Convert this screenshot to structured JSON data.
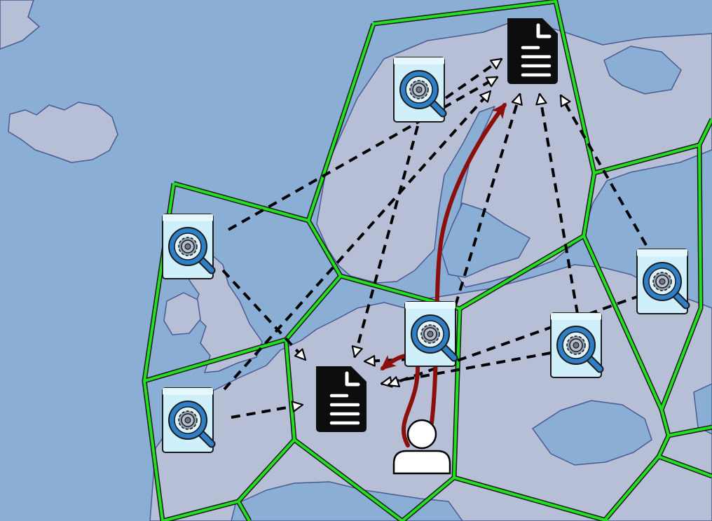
{
  "colors": {
    "sea": "#8aaed4",
    "land": "#b7bfd7",
    "coast": "#4a5a92",
    "cell_border": "#22e01f",
    "dashed_edge": "#000000",
    "request_path": "#8b0f0a",
    "search_node_fill": "#cfeffb",
    "search_node_lens": "#2f7fc6",
    "document_fill": "#0d0d0d",
    "user_fill": "#ffffff"
  },
  "nodes": [
    {
      "id": "doc-north",
      "kind": "document",
      "icon": "document-icon"
    },
    {
      "id": "doc-central",
      "kind": "document",
      "icon": "document-icon"
    },
    {
      "id": "search-scandinavia",
      "kind": "search",
      "icon": "search-gear-icon"
    },
    {
      "id": "search-west",
      "kind": "search",
      "icon": "search-gear-icon"
    },
    {
      "id": "search-southwest",
      "kind": "search",
      "icon": "search-gear-icon"
    },
    {
      "id": "search-center",
      "kind": "search",
      "icon": "search-gear-icon"
    },
    {
      "id": "search-east",
      "kind": "search",
      "icon": "search-gear-icon"
    },
    {
      "id": "search-far-east",
      "kind": "search",
      "icon": "search-gear-icon"
    },
    {
      "id": "user",
      "kind": "user",
      "icon": "user-icon"
    }
  ],
  "edges": [
    {
      "from": "search-scandinavia",
      "to": "doc-north",
      "style": "dashed"
    },
    {
      "from": "search-scandinavia",
      "to": "doc-central",
      "style": "dashed"
    },
    {
      "from": "search-west",
      "to": "doc-north",
      "style": "dashed"
    },
    {
      "from": "search-west",
      "to": "doc-central",
      "style": "dashed"
    },
    {
      "from": "search-southwest",
      "to": "doc-north",
      "style": "dashed"
    },
    {
      "from": "search-southwest",
      "to": "doc-central",
      "style": "dashed"
    },
    {
      "from": "search-center",
      "to": "doc-north",
      "style": "dashed"
    },
    {
      "from": "search-center",
      "to": "doc-central",
      "style": "dashed"
    },
    {
      "from": "search-east",
      "to": "doc-north",
      "style": "dashed"
    },
    {
      "from": "search-east",
      "to": "doc-central",
      "style": "dashed"
    },
    {
      "from": "search-far-east",
      "to": "doc-north",
      "style": "dashed"
    },
    {
      "from": "search-far-east",
      "to": "doc-central",
      "style": "dashed"
    },
    {
      "from": "user",
      "to": "doc-north",
      "style": "request"
    },
    {
      "from": "user",
      "to": "doc-central",
      "style": "request"
    }
  ]
}
